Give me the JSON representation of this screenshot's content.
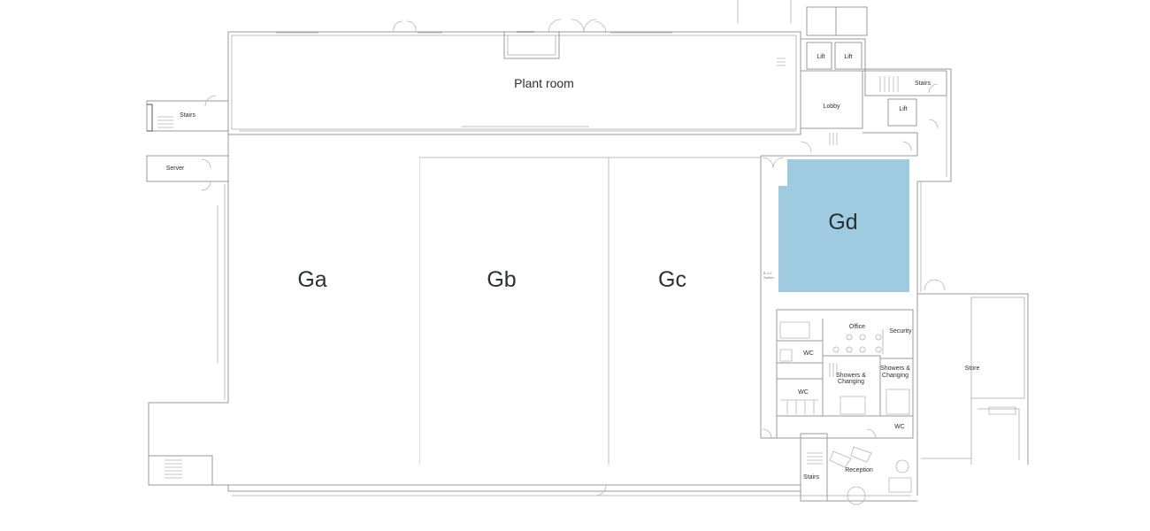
{
  "units": {
    "ga": "Ga",
    "gb": "Gb",
    "gc": "Gc",
    "gd": "Gd"
  },
  "rooms": {
    "plant_room": "Plant room",
    "stairs_left": "Stairs",
    "server": "Server",
    "lift_1": "Lift",
    "lift_2": "Lift",
    "lift_3": "Lift",
    "lobby": "Lobby",
    "stairs_right": "Stairs",
    "office": "Office",
    "security": "Security",
    "wc_1": "WC",
    "wc_2": "WC",
    "wc_3": "WC",
    "showers_1": [
      "Showers &",
      "Changing"
    ],
    "showers_2": [
      "Showers &",
      "Changing"
    ],
    "store": "Store",
    "stairs_bottom": "Stairs",
    "reception": "Reception"
  },
  "highlight_color": "#9ecbe0",
  "highlighted_unit": "Gd"
}
